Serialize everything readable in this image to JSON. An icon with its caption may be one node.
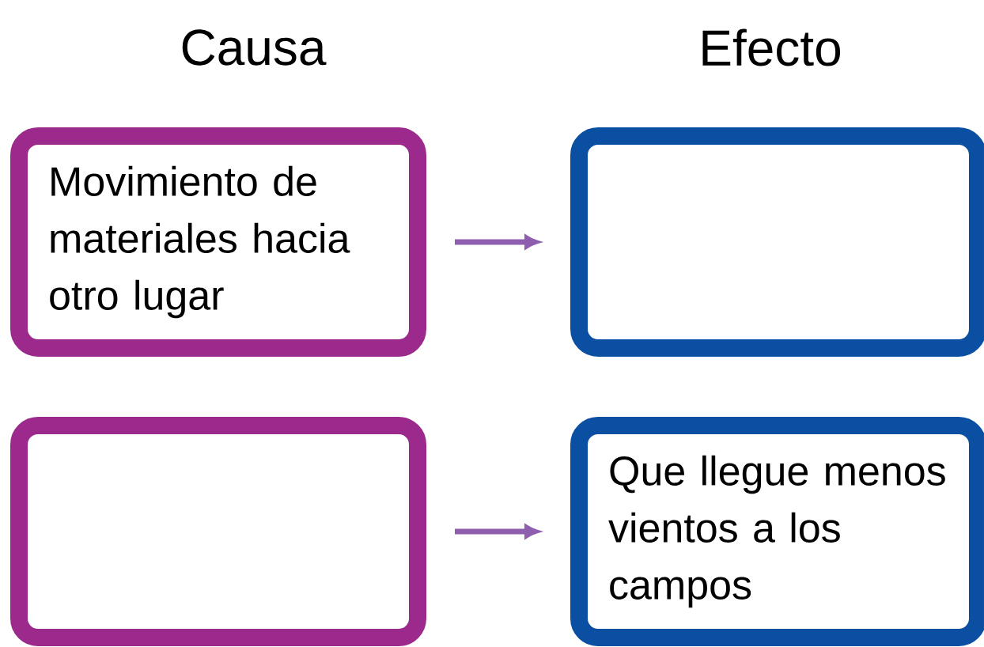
{
  "diagram": {
    "nodes": [
      {
        "text": [
          "Movimiento de materiales hacia otro lugar"
        ]
      },
      {
        "text": [],
        "shape": "box"
      },
      {
        "text": [],
        "shape": "box"
      },
      {
        "text": [
          "Que llegue menos vientos a los campos"
        ]
      }
    ],
    "edges": [
      {
        "from": 0,
        "to": 1,
        "arrow": "to"
      },
      {
        "from": 2,
        "to": 3,
        "arrow": "to"
      }
    ],
    "labels": [
      "Causa",
      "Efecto"
    ]
  }
}
